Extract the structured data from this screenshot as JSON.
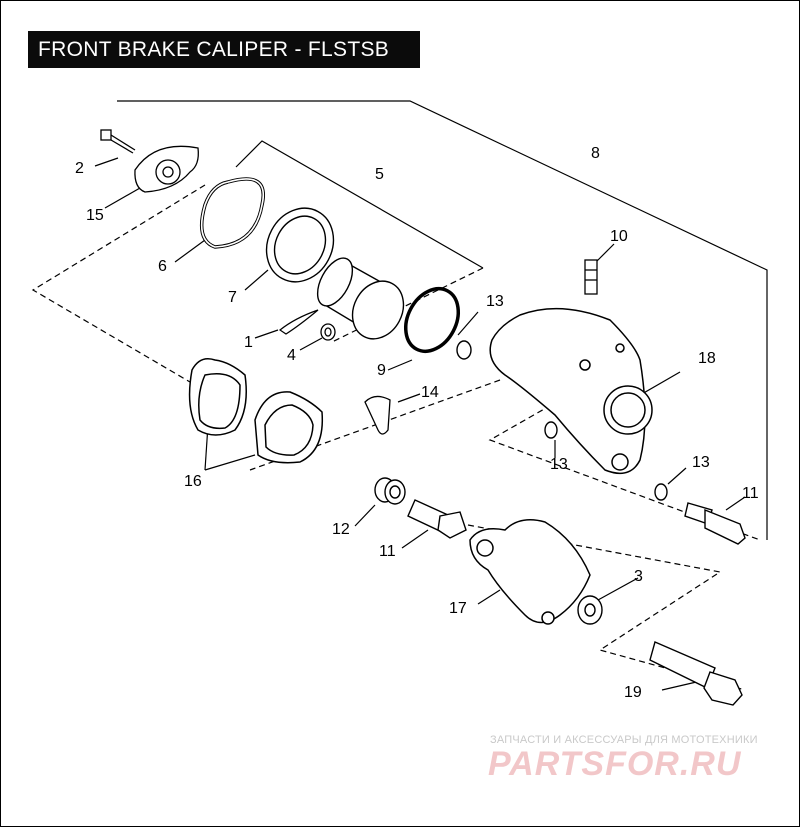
{
  "title": "FRONT BRAKE CALIPER - FLSTSB",
  "callouts": [
    {
      "id": "c1",
      "text": "1"
    },
    {
      "id": "c2",
      "text": "2"
    },
    {
      "id": "c3",
      "text": "3"
    },
    {
      "id": "c4",
      "text": "4"
    },
    {
      "id": "c5",
      "text": "5"
    },
    {
      "id": "c6",
      "text": "6"
    },
    {
      "id": "c7",
      "text": "7"
    },
    {
      "id": "c8",
      "text": "8"
    },
    {
      "id": "c9",
      "text": "9"
    },
    {
      "id": "c10",
      "text": "10"
    },
    {
      "id": "c11a",
      "text": "11"
    },
    {
      "id": "c11b",
      "text": "11"
    },
    {
      "id": "c12",
      "text": "12"
    },
    {
      "id": "c13a",
      "text": "13"
    },
    {
      "id": "c13b",
      "text": "13"
    },
    {
      "id": "c13c",
      "text": "13"
    },
    {
      "id": "c14",
      "text": "14"
    },
    {
      "id": "c15",
      "text": "15"
    },
    {
      "id": "c16",
      "text": "16"
    },
    {
      "id": "c17",
      "text": "17"
    },
    {
      "id": "c18",
      "text": "18"
    },
    {
      "id": "c19",
      "text": "19"
    }
  ],
  "watermark": {
    "subtitle": "ЗАПЧАСТИ И АКСЕССУАРЫ ДЛЯ МОТОТЕХНИКИ",
    "logo": "PARTSFOR.RU",
    "color": "#e8a0a4"
  }
}
